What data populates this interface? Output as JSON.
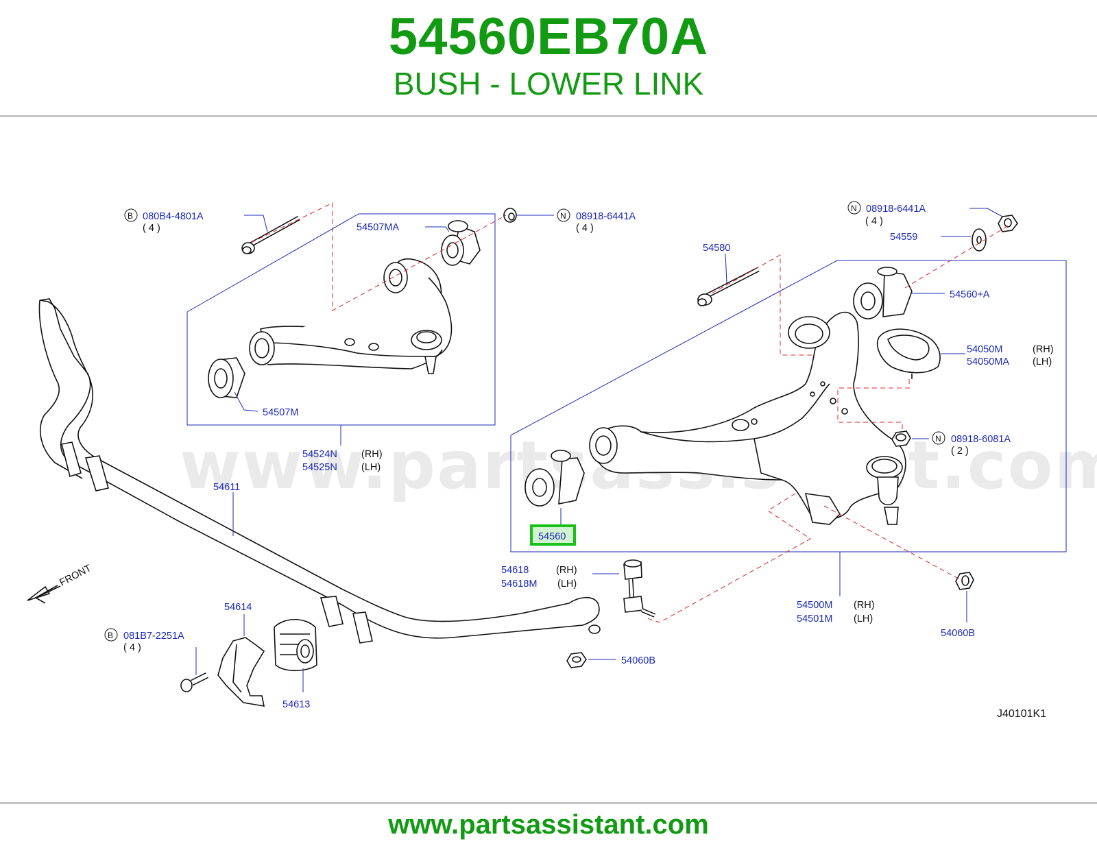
{
  "header": {
    "part_number": "54560EB70A",
    "part_name": "BUSH - LOWER LINK"
  },
  "diagram": {
    "watermark": "www.partsassistant.com",
    "diagram_code": "J40101K1",
    "front_label": "FRONT",
    "highlight_color": "#18c018",
    "brand_color": "#139a13",
    "label_color": "#1a28b8",
    "callouts": {
      "c_080B4_prefix": "B",
      "c_080B4": "080B4-4801A",
      "c_080B4_qty": "( 4 )",
      "c_54507MA": "54507MA",
      "c_08918_6441A_n1_prefix": "N",
      "c_08918_6441A_n1": "08918-6441A",
      "c_08918_6441A_n1_qty": "( 4 )",
      "c_08918_6441A_n2_prefix": "N",
      "c_08918_6441A_n2": "08918-6441A",
      "c_08918_6441A_n2_qty": "( 4 )",
      "c_54559": "54559",
      "c_54580": "54580",
      "c_54560A": "54560+A",
      "c_54050M": "54050M",
      "c_54050M_side": "(RH)",
      "c_54050MA": "54050MA",
      "c_54050MA_side": "(LH)",
      "c_54507M": "54507M",
      "c_08918_6081A_prefix": "N",
      "c_08918_6081A": "08918-6081A",
      "c_08918_6081A_qty": "( 2 )",
      "c_54524N": "54524N",
      "c_54524N_side": "(RH)",
      "c_54525N": "54525N",
      "c_54525N_side": "(LH)",
      "c_54611": "54611",
      "c_54560": "54560",
      "c_54618": "54618",
      "c_54618_side": "(RH)",
      "c_54618M": "54618M",
      "c_54618M_side": "(LH)",
      "c_54500M": "54500M",
      "c_54500M_side": "(RH)",
      "c_54501M": "54501M",
      "c_54501M_side": "(LH)",
      "c_54614": "54614",
      "c_081B7_prefix": "B",
      "c_081B7": "081B7-2251A",
      "c_081B7_qty": "( 4 )",
      "c_54060B_a": "54060B",
      "c_54060B_b": "54060B",
      "c_54613": "54613"
    }
  },
  "footer": {
    "url": "www.partsassistant.com"
  }
}
